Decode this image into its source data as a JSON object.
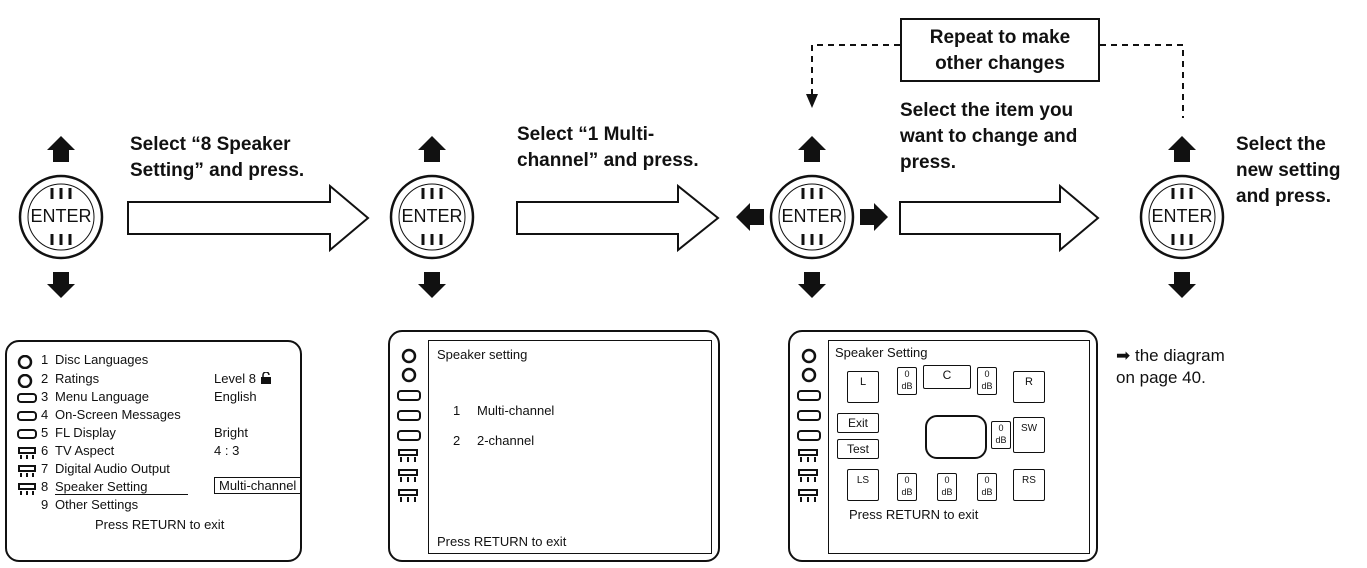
{
  "steps": [
    {
      "caption": "Select “8 Speaker\nSetting” and press."
    },
    {
      "caption": "Select “1 Multi-\nchannel” and press."
    },
    {
      "caption": "Select the item you\nwant to change and\npress."
    },
    {
      "caption": "Select the\nnew setting\nand press."
    }
  ],
  "repeat_box": "Repeat to make\nother changes",
  "enter_label": "ENTER",
  "screen1": {
    "rows": [
      {
        "num": "1",
        "label": "Disc Languages",
        "value": ""
      },
      {
        "num": "2",
        "label": "Ratings",
        "value": "Level  8"
      },
      {
        "num": "3",
        "label": "Menu Language",
        "value": "English"
      },
      {
        "num": "4",
        "label": "On-Screen Messages",
        "value": ""
      },
      {
        "num": "5",
        "label": "FL Display",
        "value": "Bright"
      },
      {
        "num": "6",
        "label": "TV Aspect",
        "value": "4 : 3"
      },
      {
        "num": "7",
        "label": "Digital Audio Output",
        "value": ""
      },
      {
        "num": "8",
        "label": "Speaker Setting",
        "value": "Multi-channel"
      },
      {
        "num": "9",
        "label": "Other Settings",
        "value": ""
      }
    ],
    "footer": "Press RETURN to exit"
  },
  "screen2": {
    "title": "Speaker setting",
    "options": [
      {
        "num": "1",
        "label": "Multi-channel"
      },
      {
        "num": "2",
        "label": "2-channel"
      }
    ],
    "footer": "Press RETURN to exit"
  },
  "screen3": {
    "title": "Speaker Setting",
    "exit_label": "Exit",
    "test_label": "Test",
    "speakers": [
      "L",
      "C",
      "R",
      "SW",
      "LS",
      "RS"
    ],
    "level_label": "0",
    "db_label": "dB",
    "footer": "Press RETURN to exit"
  },
  "note": "➡ the diagram\n   on page 40."
}
